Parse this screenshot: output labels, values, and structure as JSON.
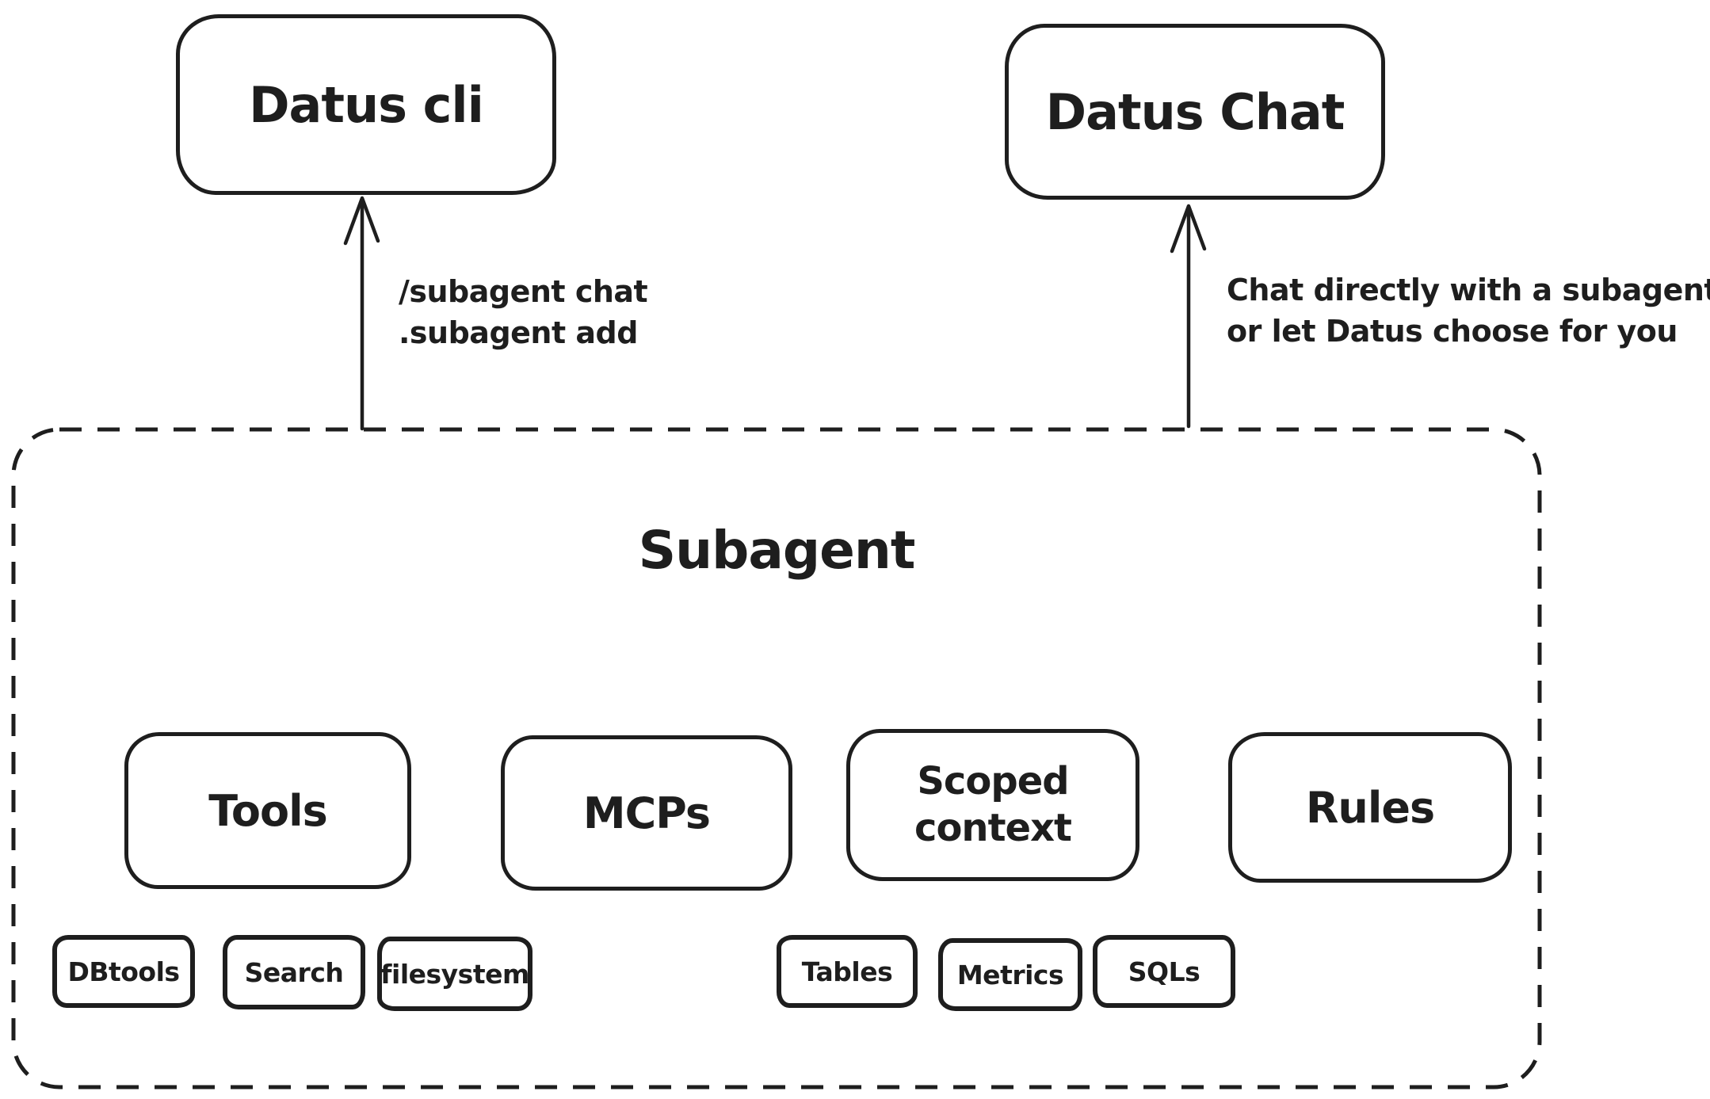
{
  "diagram": {
    "background": "#ffffff",
    "stroke_color": "#1e1e1e",
    "top_nodes": {
      "cli": {
        "label": "Datus cli"
      },
      "chat": {
        "label": "Datus Chat"
      }
    },
    "arrows": {
      "cli": {
        "line1": "/subagent chat",
        "line2": ".subagent add"
      },
      "chat": {
        "line1": "Chat directly with a subagent",
        "line2": "or let Datus choose for you"
      }
    },
    "container": {
      "title": "Subagent"
    },
    "nodes": {
      "tools": "Tools",
      "mcps": "MCPs",
      "scoped_context": "Scoped context",
      "rules": "Rules",
      "dbtools": "DBtools",
      "search": "Search",
      "filesystem": "filesystem",
      "tables": "Tables",
      "metrics": "Metrics",
      "sqls": "SQLs"
    }
  }
}
